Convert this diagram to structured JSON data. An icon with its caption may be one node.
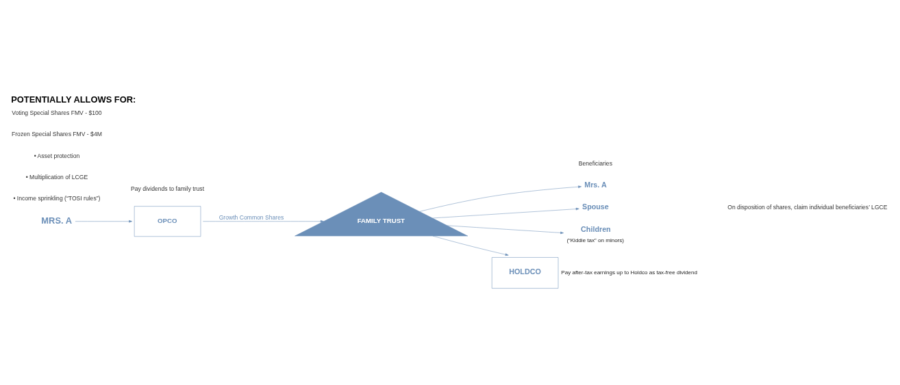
{
  "diagram": {
    "title": "POTENTIALLY ALLOWS FOR:",
    "nodes": [
      {
        "text": [
          "MRS. A"
        ]
      },
      {
        "text": [
          "OPCO"
        ]
      },
      {
        "text": [
          "FAMILY TRUST"
        ]
      },
      {
        "text": [
          "Mrs. A"
        ]
      },
      {
        "text": [
          "Spouse"
        ]
      },
      {
        "text": [
          "Children"
        ],
        "beside": [
          "(“Kiddie tax” on minors)"
        ]
      },
      {
        "text": [
          "HOLDCO"
        ],
        "beside": [
          "Pay after-tax earnings up to Holdco as tax-free dividend"
        ]
      }
    ],
    "edges": [
      {
        "from": 0,
        "to": 1,
        "arrow": "to"
      },
      {
        "from": 1,
        "to": 2,
        "arrow": "to",
        "label": "Growth Common Shares"
      },
      {
        "from": 2,
        "to": 3,
        "arrow": "to"
      },
      {
        "from": 2,
        "to": 4,
        "arrow": "to"
      },
      {
        "from": 2,
        "to": 5,
        "arrow": "to"
      },
      {
        "from": 2,
        "to": 6,
        "arrow": "to"
      }
    ],
    "labels": [
      "• Income sprinkling (“TOSI rules”)",
      "• Multiplication of LCGE",
      "• Asset protection",
      "Beneficiaries",
      "On disposition of shares, claim individual beneficiaries’ LGCE",
      "Frozen Special Shares FMV - $4M",
      "Voting Special Shares FMV - $100",
      "Pay dividends to family trust"
    ]
  }
}
